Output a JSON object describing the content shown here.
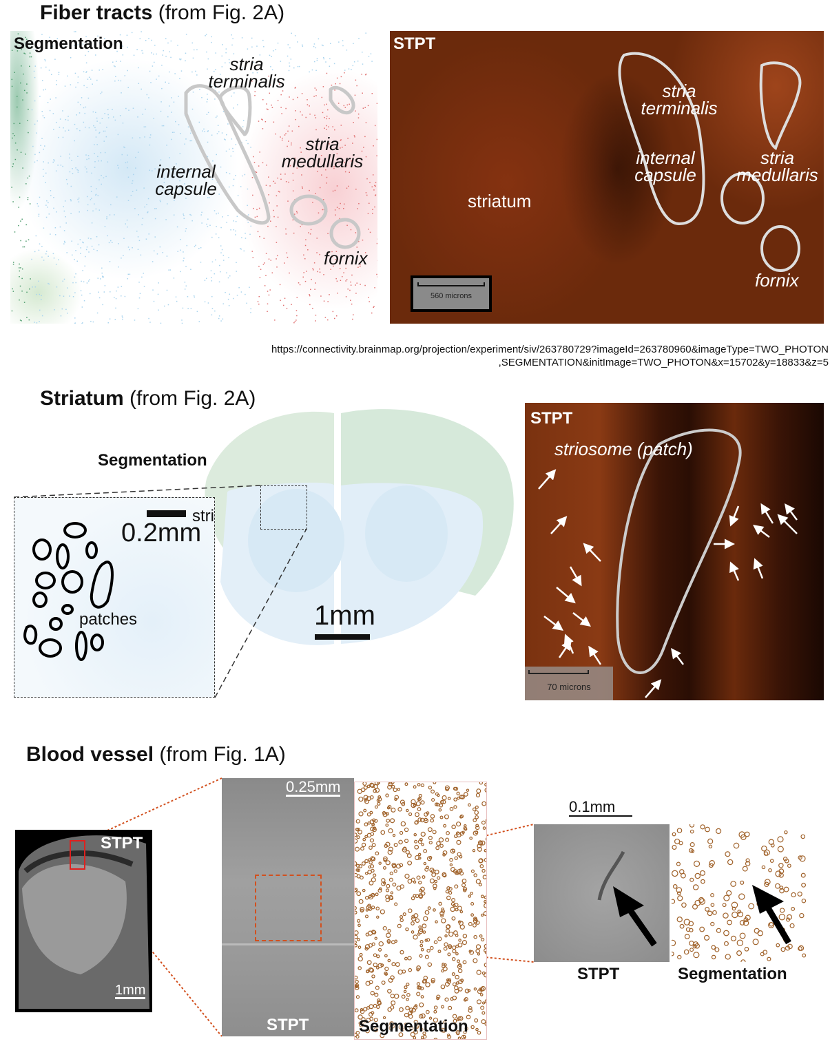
{
  "fiber": {
    "title_bold": "Fiber tracts",
    "title_rest": " (from Fig. 2A)",
    "seg_label": "Segmentation",
    "stpt_label": "STPT",
    "seg_labels": {
      "stria_terminalis": "stria terminalis",
      "stria_medullaris": "stria medullaris",
      "internal_capsule": "internal capsule",
      "fornix": "fornix"
    },
    "stpt_labels": {
      "stria_terminalis": "stria terminalis",
      "internal_capsule": "internal capsule",
      "stria_medullaris": "stria medullaris",
      "fornix": "fornix",
      "striatum": "striatum"
    },
    "scale_bar": "560 microns",
    "url_line1": "https://connectivity.brainmap.org/projection/experiment/siv/263780729?imageId=263780960&imageType=TWO_PHOTON",
    "url_line2": ",SEGMENTATION&initImage=TWO_PHOTON&x=15702&y=18833&z=5"
  },
  "striatum": {
    "title_bold": "Striatum",
    "title_rest": " (from Fig. 2A)",
    "seg_label": "Segmentation",
    "inset_scale": "0.2mm",
    "striatum_label": "striatum",
    "patches_label": "patches",
    "brain_scale": "1mm",
    "stpt_label": "STPT",
    "striosome_label": "striosome (patch)",
    "scale_bar": "70 microns"
  },
  "vessel": {
    "title_bold": "Blood vessel",
    "title_rest": " (from Fig. 1A)",
    "stpt_label": "STPT",
    "overview_scale": "1mm",
    "mid_scale": "0.25mm",
    "mid_stpt": "STPT",
    "mid_seg": "Segmentation",
    "zoom_scale": "0.1mm",
    "zoom_stpt": "STPT",
    "zoom_seg": "Segmentation"
  },
  "colors": {
    "stpt": "#6b2a0c",
    "outline": "#d0d0d0",
    "dots_blue": "#a9d4ee",
    "dots_red": "#e07070",
    "dots_green": "#4a9a6a",
    "vessel_circle": "#a0622a",
    "dash_red": "#d2501e"
  }
}
